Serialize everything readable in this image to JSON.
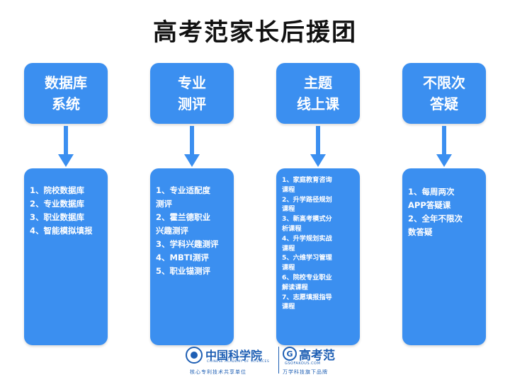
{
  "title": "高考范家长后援团",
  "columns": [
    {
      "heading": "数据库\n系统",
      "items": [
        "1、院校数据库",
        "2、专业数据库",
        "3、职业数据库",
        "4、智能模拟填报"
      ]
    },
    {
      "heading": "专业\n测评",
      "items": [
        "1、专业适配度\n    测评",
        "2、霍兰德职业\n    兴趣测评",
        "3、学科兴趣测评",
        "4、MBTI测评",
        "5、职业锚测评"
      ]
    },
    {
      "heading": "主题\n线上课",
      "items": [
        "1、家庭教育咨询\n    课程",
        "2、升学路径规划\n    课程",
        "3、新高考模式分\n    析课程",
        "4、升学规划实战\n    课程",
        "5、六维学习管理\n    课程",
        "6、院校专业职业\n    解读课程",
        "7、志愿填报指导\n    课程"
      ]
    },
    {
      "heading": "不限次\n答疑",
      "items": [
        "1、每周两次\n    APP答疑课",
        "2、全年不限次\n    数答疑"
      ]
    }
  ],
  "footer": {
    "cas_name": "中国科学院",
    "cas_english": "CHINESE ACADEMY OF SCIENCES",
    "cas_subtitle": "核心专利技术共享单位",
    "gkf_icon": "G",
    "gkf_name": "高考范",
    "gkf_english": "GSOFAKOUS.COM",
    "gkf_subtitle": "万学科技旗下品牌"
  },
  "colors": {
    "accent": "#3b8ff0",
    "brand": "#1e5fb4"
  }
}
